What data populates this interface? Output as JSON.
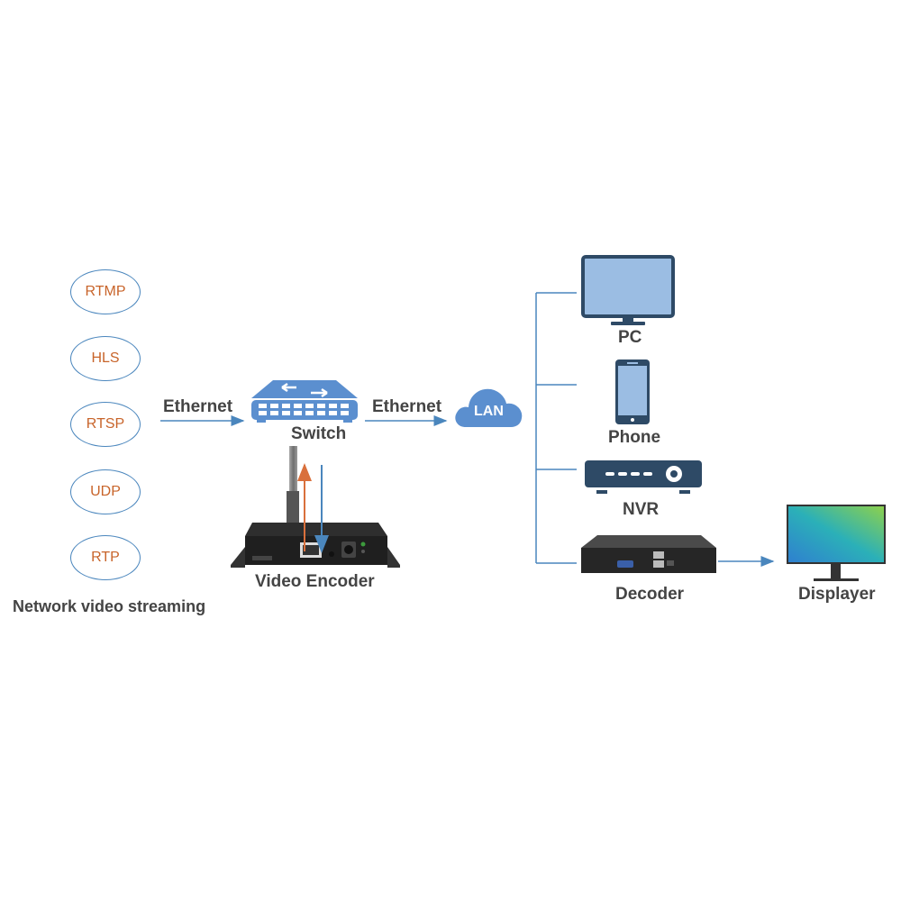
{
  "diagram": {
    "protocols": [
      "RTMP",
      "HLS",
      "RTSP",
      "UDP",
      "RTP"
    ],
    "protocols_caption": "Network video streaming",
    "link_left_label": "Ethernet",
    "link_right_label": "Ethernet",
    "switch_label": "Switch",
    "encoder_label": "Video Encoder",
    "cloud_label": "LAN",
    "endpoints": [
      {
        "id": "pc",
        "label": "PC"
      },
      {
        "id": "phone",
        "label": "Phone"
      },
      {
        "id": "nvr",
        "label": "NVR"
      },
      {
        "id": "decoder",
        "label": "Decoder"
      }
    ],
    "display_label": "Displayer",
    "colors": {
      "line": "#4a86bd",
      "icon_blue": "#5b8fcf",
      "icon_dark": "#2e4a66",
      "screen_fill": "#9bbde3",
      "protocol_text": "#c8642a",
      "label_text": "#444444",
      "upload_arrow": "#d9703c",
      "download_arrow": "#4a86bd"
    }
  }
}
